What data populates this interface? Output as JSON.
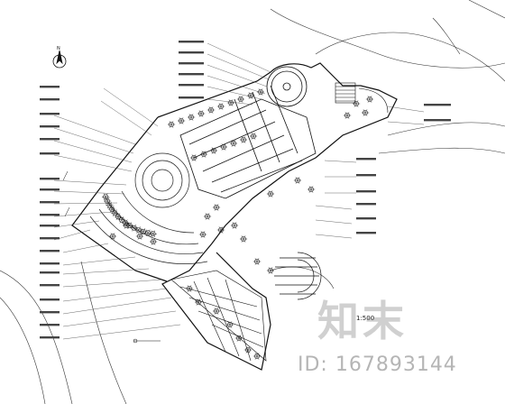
{
  "drawing": {
    "scale_text": "1:500",
    "watermark_logo": "知末",
    "watermark_id": "ID: 167893144",
    "north_label": "N",
    "line_color": "#111111",
    "tree_color": "#222222"
  }
}
